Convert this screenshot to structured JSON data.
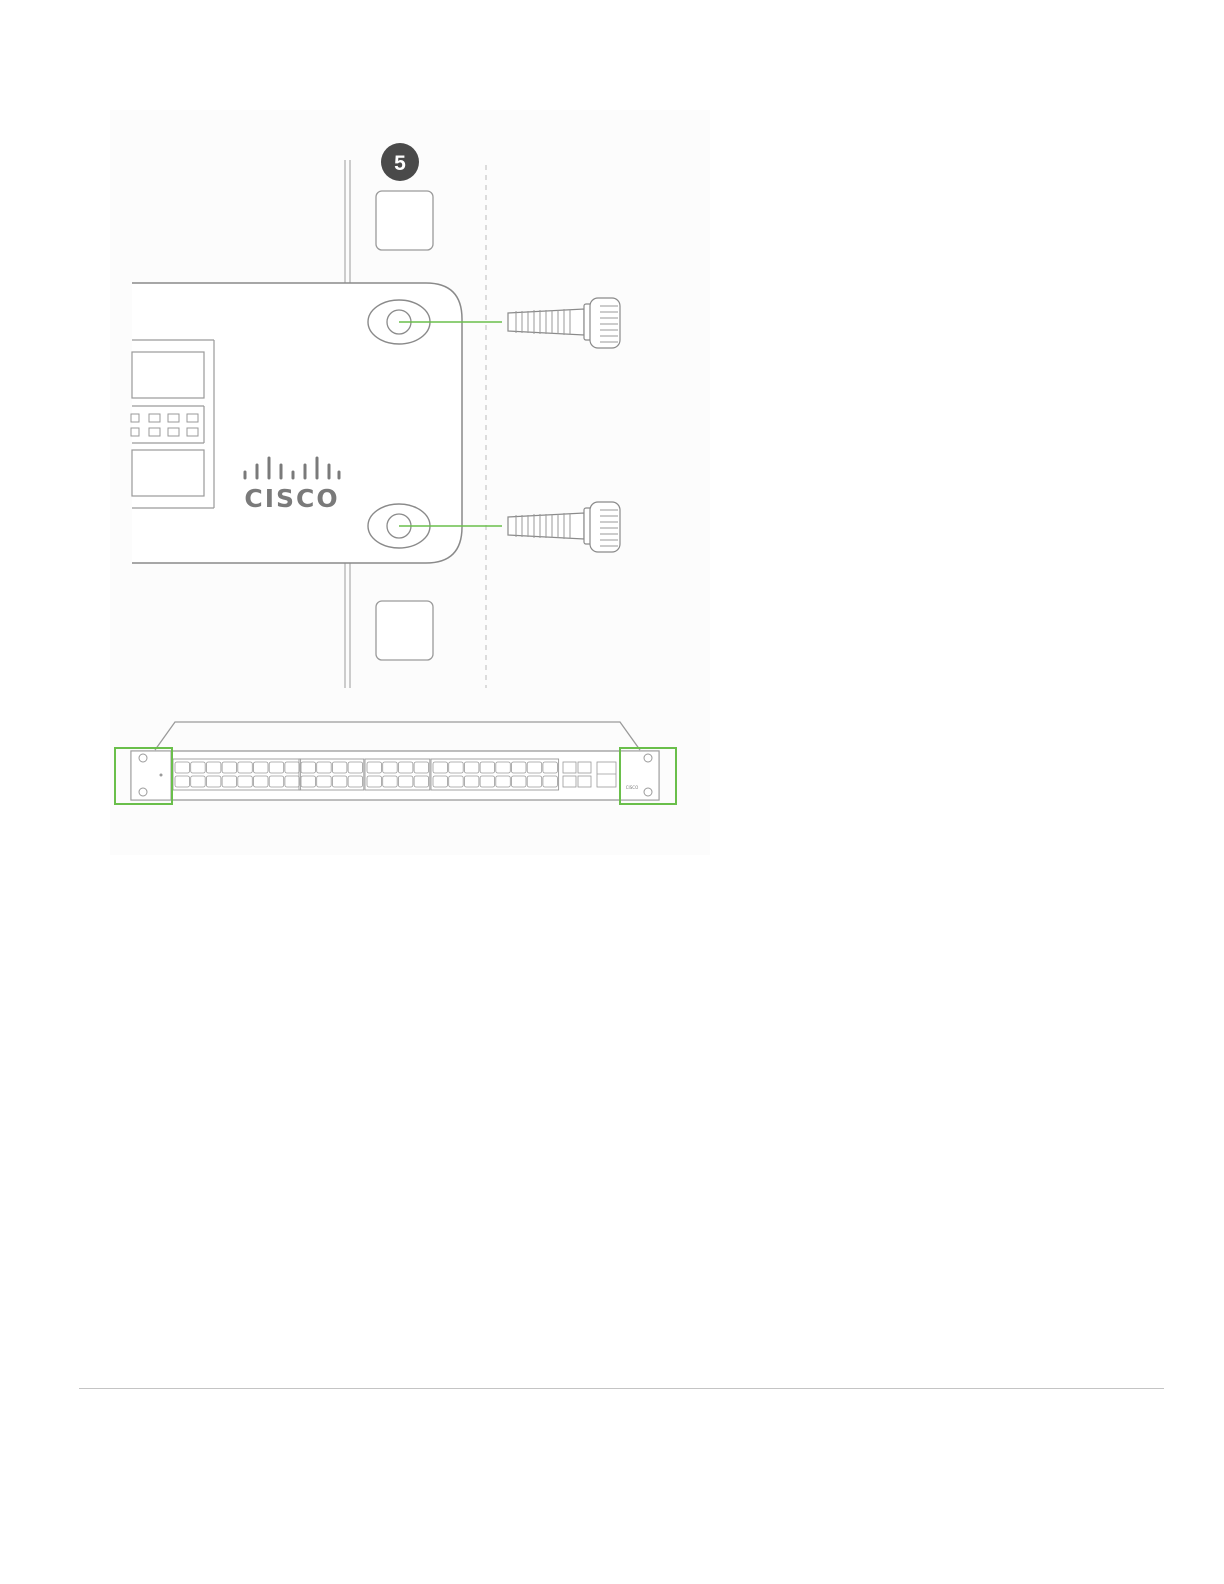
{
  "step": {
    "number": "5"
  },
  "brand": {
    "logo_text": "CISCO",
    "logo_text_small": "CISCO"
  },
  "colors": {
    "highlight": "#6abf4b",
    "step_badge": "#4a4a4a",
    "line": "#8a8a8a",
    "light_line": "#bdbdbd",
    "logo": "#7a7a7a"
  },
  "icons": {
    "screw": "thumbscrew-icon",
    "mount_hole": "mounting-hole-icon"
  },
  "switch": {
    "port_groups": 4,
    "ports_per_row": [
      8,
      4,
      4,
      8
    ],
    "uplink_ports": 4
  }
}
